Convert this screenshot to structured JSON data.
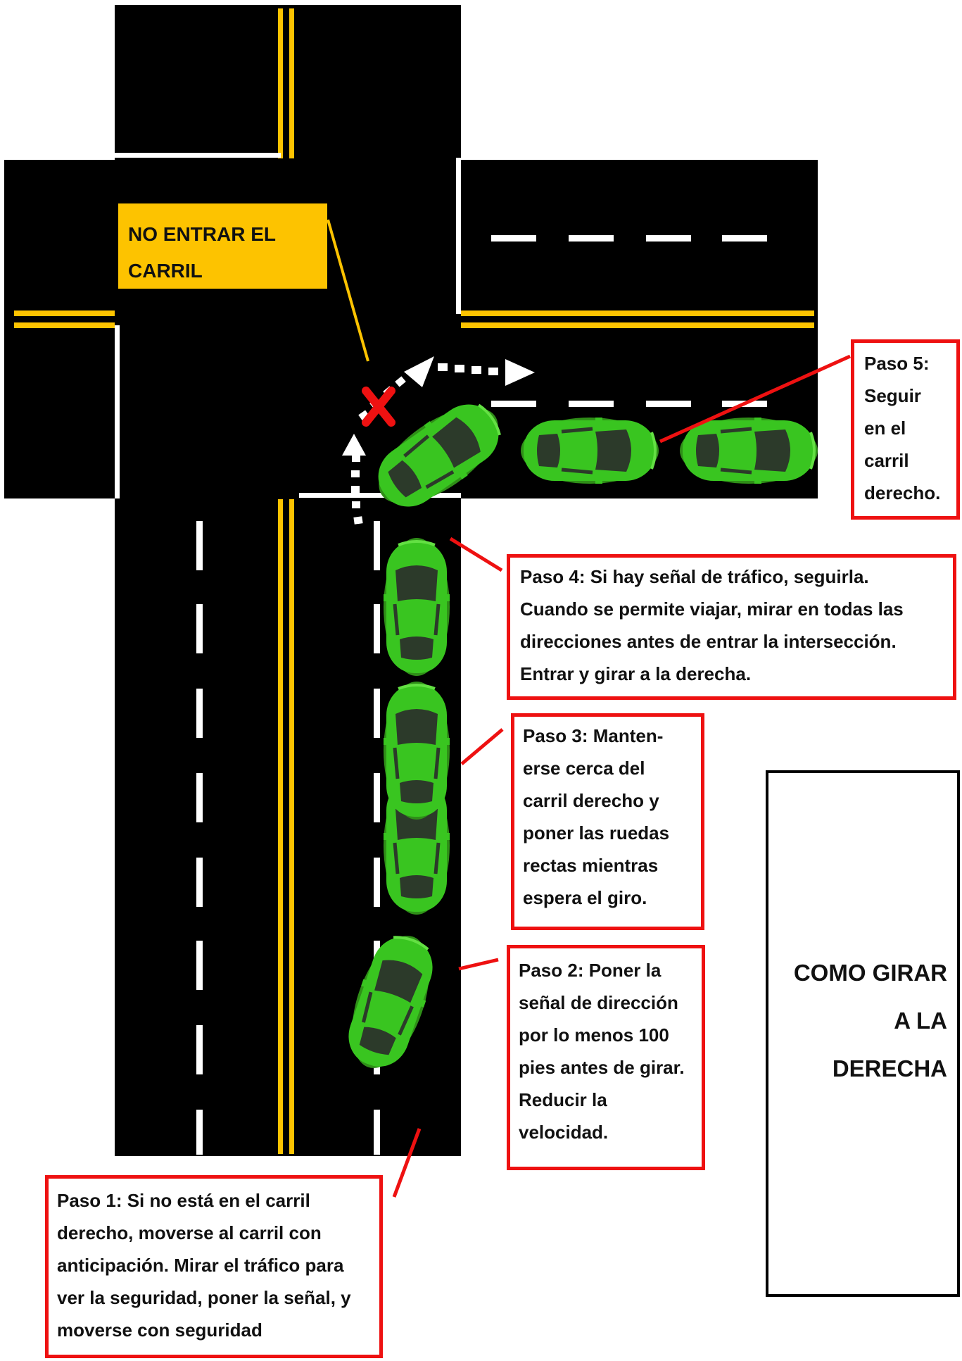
{
  "title": [
    "COMO GIRAR",
    "A LA",
    "DERECHA"
  ],
  "no_enter_note": [
    "NO ENTRAR EL",
    "CARRIL"
  ],
  "steps": [
    {
      "id": "paso-1",
      "lines": [
        "Paso 1: Si no está en el carril",
        "derecho, moverse al carril con",
        "anticipación.  Mirar el tráfico para",
        "ver la seguridad, poner la señal, y",
        "moverse con seguridad"
      ]
    },
    {
      "id": "paso-2",
      "lines": [
        "Paso 2: Poner la",
        "señal de dirección",
        "por lo menos 100",
        "pies antes de girar.",
        "Reducir la",
        "velocidad."
      ]
    },
    {
      "id": "paso-3",
      "lines": [
        "Paso 3: Manten-",
        "erse cerca del",
        "carril derecho y",
        "poner las ruedas",
        "rectas mientras",
        "espera el giro."
      ]
    },
    {
      "id": "paso-4",
      "lines": [
        "Paso 4: Si hay señal de tráfico, seguirla.",
        "Cuando se permite viajar, mirar en todas las",
        "direcciones antes de entrar la intersección.",
        "Entrar y girar a la derecha."
      ]
    },
    {
      "id": "paso-5",
      "lines": [
        "Paso 5:",
        "Seguir",
        "en el",
        "carril",
        "derecho."
      ]
    }
  ],
  "colors": {
    "road": "#000000",
    "center_line": "#fdc300",
    "lane_marking": "#ffffff",
    "car_body": "#39c520",
    "car_glass": "#2c3a2a",
    "callout_border": "#ee1111",
    "no_enter_mark": "#ee1111",
    "path_arrow": "#ffffff"
  },
  "icons": [
    "car-icon",
    "path-arrow-icon",
    "no-entry-x-icon"
  ]
}
